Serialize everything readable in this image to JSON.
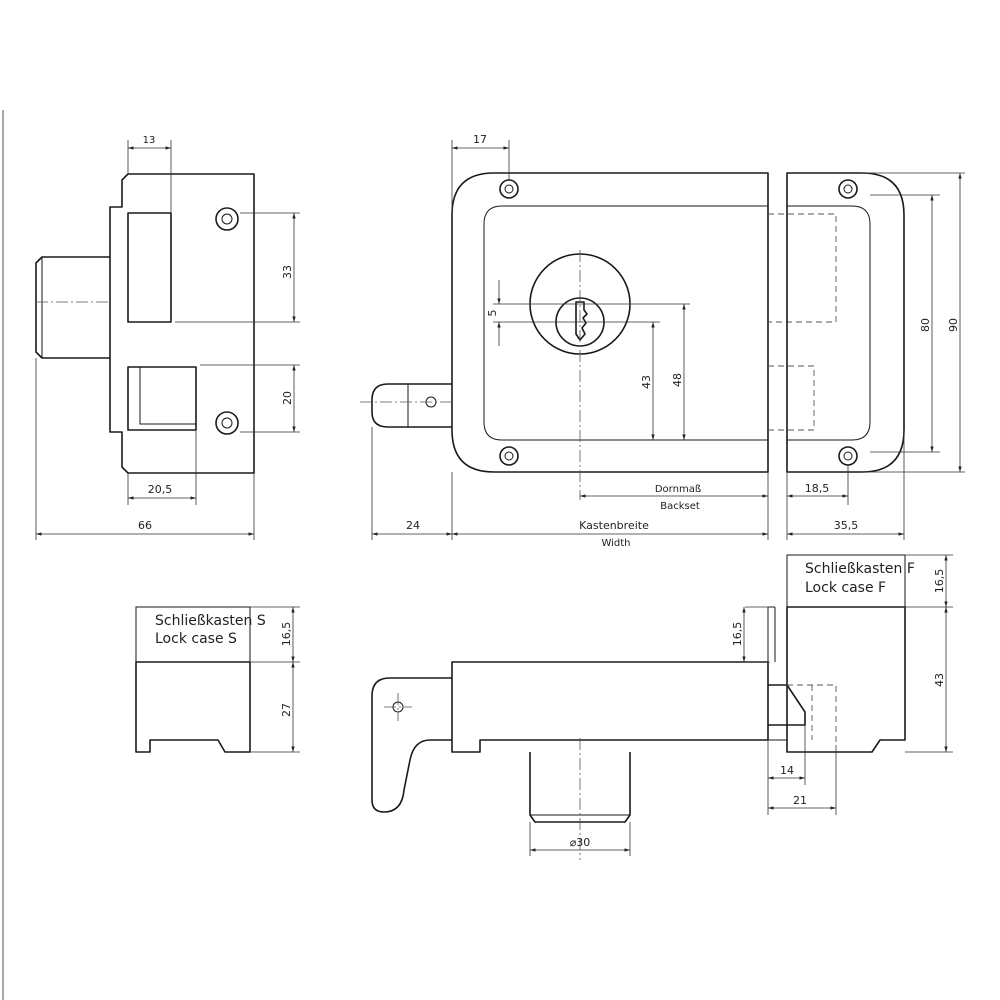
{
  "dimensions": {
    "d13": "13",
    "d33": "33",
    "d20": "20",
    "d20_5": "20,5",
    "d66": "66",
    "d17": "17",
    "d5": "5",
    "d43": "43",
    "d48": "48",
    "d80": "80",
    "d90": "90",
    "d24": "24",
    "d18_5": "18,5",
    "d35_5": "35,5",
    "d16_5_s": "16,5",
    "d27": "27",
    "d16_5_mid": "16,5",
    "d16_5_f": "16,5",
    "d43_f": "43",
    "d14": "14",
    "d21": "21",
    "d30": "⌀30"
  },
  "labels": {
    "dornmass": "Dornmaß",
    "backset": "Backset",
    "kastenbreite": "Kastenbreite",
    "width": "Width",
    "schliesskasten_s": "Schließkasten S",
    "lock_case_s": "Lock case S",
    "schliesskasten_f": "Schließkasten F",
    "lock_case_f": "Lock case F"
  }
}
